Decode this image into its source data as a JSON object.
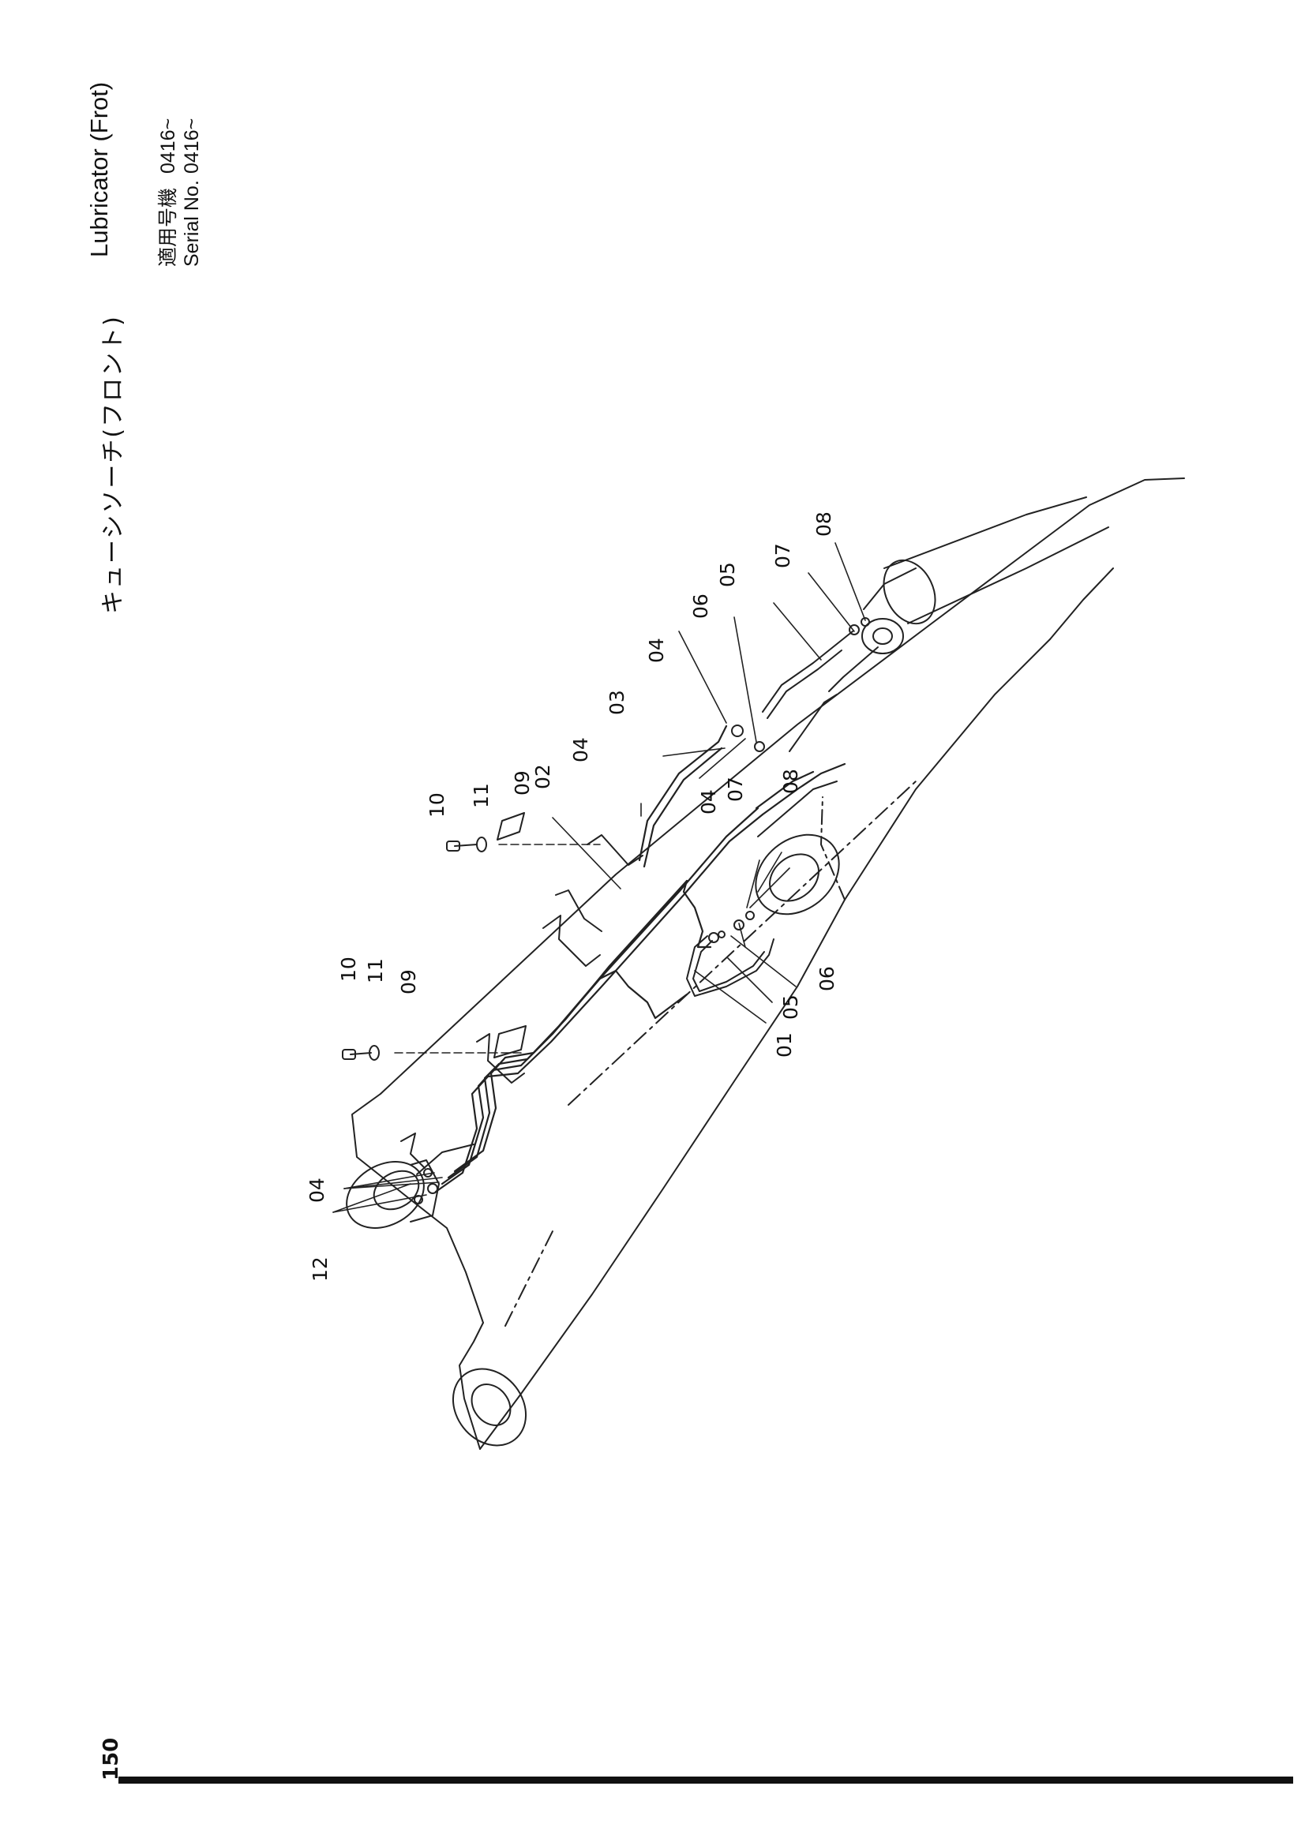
{
  "header": {
    "title_jp": "キューシソーチ(フロント)",
    "title_en": "Lubricator (Frot)",
    "serial_jp_label": "適用号機",
    "serial_jp_value": "0416~",
    "serial_en_label": "Serial No.",
    "serial_en_value": "0416~"
  },
  "page_number": "150",
  "callouts": [
    "01",
    "02",
    "03",
    "04",
    "04",
    "04",
    "04",
    "05",
    "05",
    "06",
    "06",
    "07",
    "07",
    "08",
    "08",
    "09",
    "09",
    "10",
    "10",
    "11",
    "11",
    "12"
  ]
}
